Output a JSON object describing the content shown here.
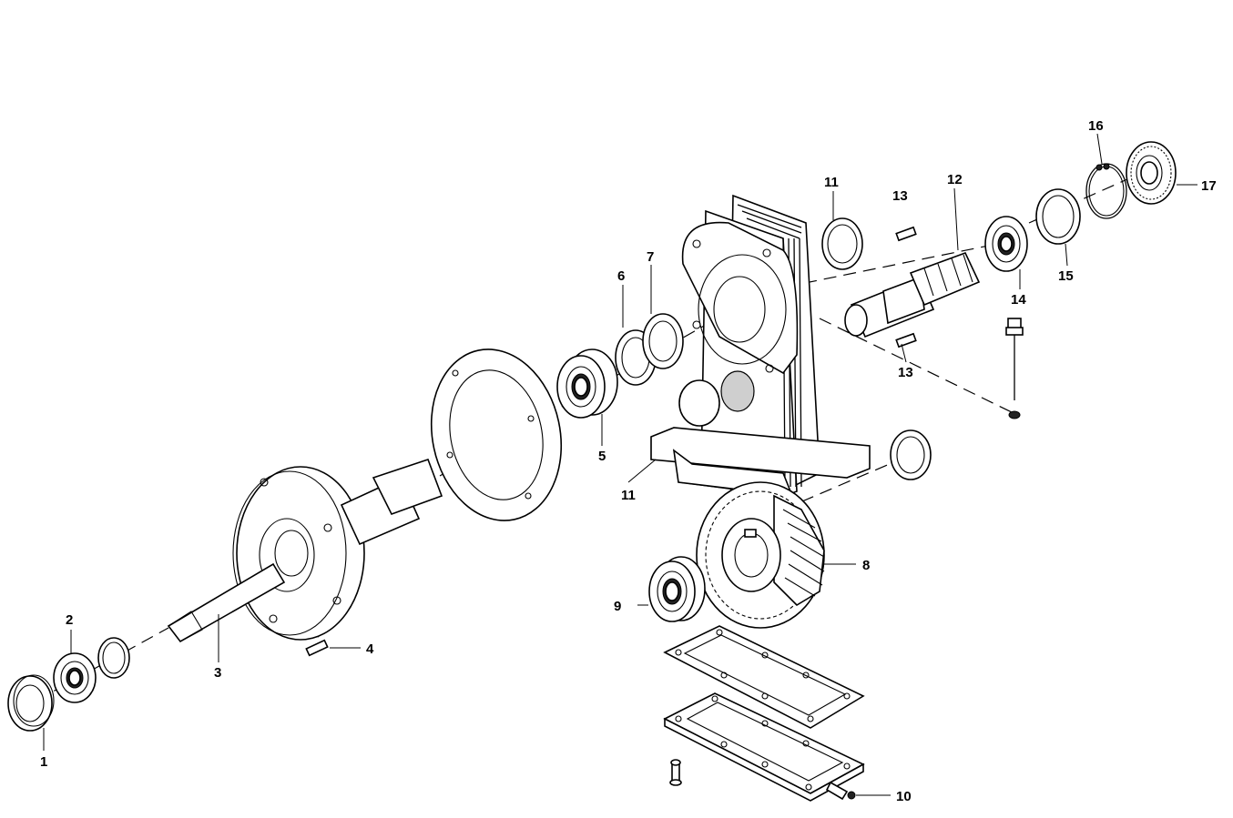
{
  "labels": {
    "p1": "1",
    "p2": "2",
    "p3": "3",
    "p4": "4",
    "p5": "5",
    "p6": "6",
    "p7": "7",
    "p8": "8",
    "p9": "9",
    "p10": "10",
    "p11a": "11",
    "p11b": "11",
    "p12": "12",
    "p13a": "13",
    "p13b": "13",
    "p14": "14",
    "p15": "15",
    "p16": "16",
    "p17": "17"
  }
}
